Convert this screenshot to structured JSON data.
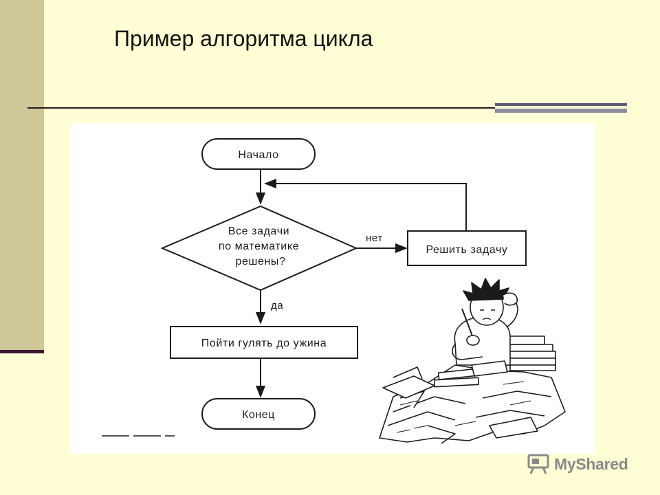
{
  "slide": {
    "title": "Пример алгоритма цикла"
  },
  "flowchart": {
    "start": "Начало",
    "decision": [
      "Все задачи",
      "по математике",
      "решены?"
    ],
    "branch_no": "нет",
    "action_no": "Решить задачу",
    "branch_yes": "да",
    "action_yes": "Пойти гулять до ужина",
    "end": "Конец"
  },
  "illustration": {
    "subject": "student-at-desk"
  },
  "watermark": {
    "text": "MyShared",
    "icon": "projector-icon"
  },
  "colors": {
    "background": "#fffed5",
    "left_band": "#cfc99a",
    "accent": "#3e1430",
    "ink": "#1b1b1b"
  }
}
